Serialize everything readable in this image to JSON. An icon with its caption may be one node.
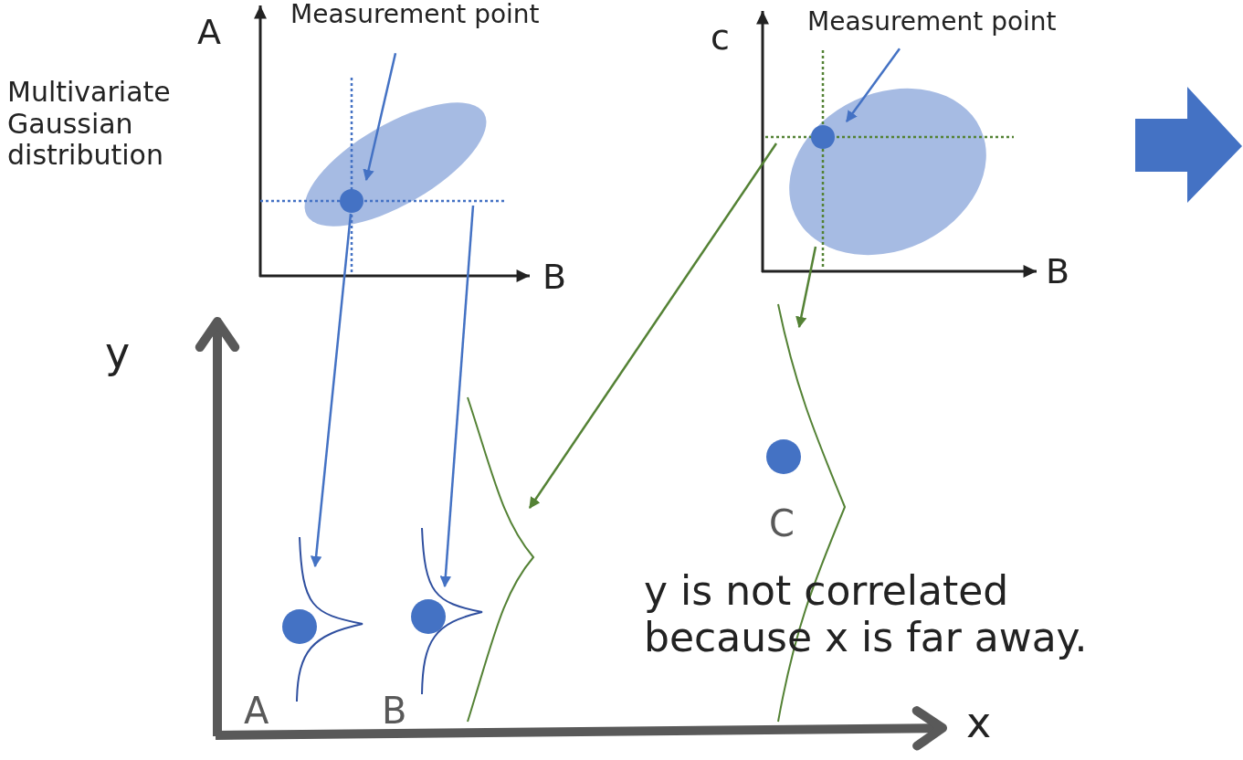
{
  "diagram": {
    "nodes": [
      {
        "text": [
          "Measurement point"
        ]
      },
      {
        "text": [],
        "shape": "circle"
      },
      {
        "text": [
          "Measurement point"
        ]
      },
      {
        "text": [],
        "shape": "circle"
      },
      {
        "text": [],
        "shape": "curve"
      },
      {
        "text": [],
        "shape": "curve"
      },
      {
        "text": [],
        "shape": "curve"
      },
      {
        "text": [],
        "shape": "curve"
      }
    ],
    "edges": [
      {
        "from": 0,
        "to": 1,
        "arrow": "to"
      },
      {
        "from": 1,
        "to": 4,
        "arrow": "to"
      },
      {
        "from": 1,
        "to": 5,
        "arrow": "to"
      },
      {
        "from": 2,
        "to": 3,
        "arrow": "to"
      },
      {
        "from": 3,
        "to": 6,
        "arrow": "to",
        "color": "#548235"
      },
      {
        "from": 3,
        "to": 7,
        "arrow": "to",
        "color": "#548235"
      }
    ],
    "labels": [
      "A",
      "c",
      "Multivariate Gaussian distribution",
      "B",
      "B",
      "y",
      "C",
      "y is not correlated because x is far away.",
      "A",
      "B",
      "x"
    ]
  }
}
